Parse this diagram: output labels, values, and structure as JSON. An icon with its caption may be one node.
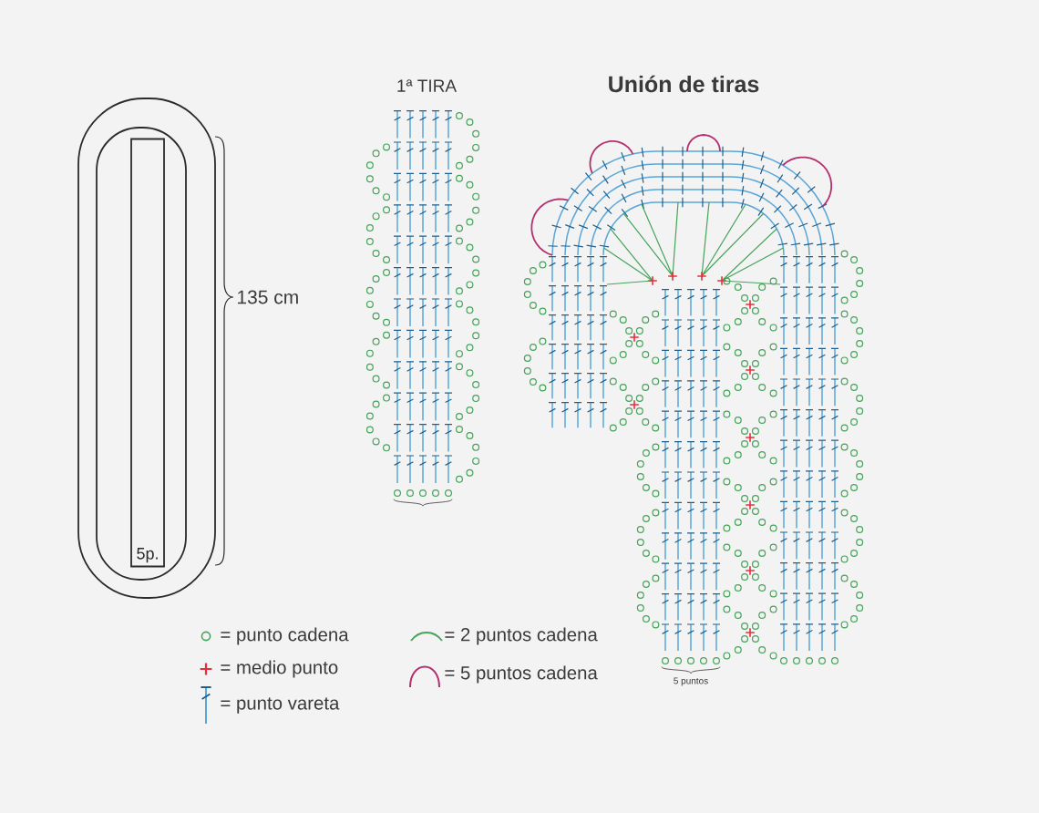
{
  "diagram": {
    "nodes": [
      {
        "text": [
          "5p."
        ]
      }
    ],
    "labels": [
      "1ª TIRA",
      "Unión de tiras",
      "135 cm",
      "5 puntos"
    ],
    "legend": [
      {
        "text": "= punto cadena"
      },
      {
        "text": "= 2 puntos cadena"
      },
      {
        "text": "= medio punto"
      },
      {
        "text": "= 5 puntos cadena"
      },
      {
        "text": "= punto vareta"
      }
    ]
  }
}
